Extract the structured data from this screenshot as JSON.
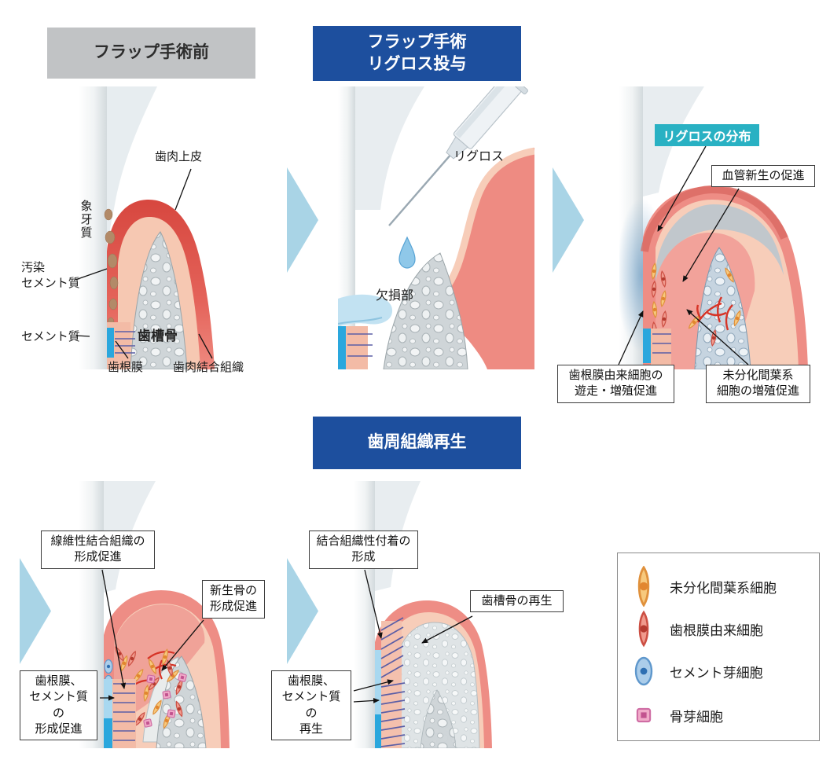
{
  "steps": {
    "step1_title": "フラップ手術前",
    "step2_title": "フラップ手術\nリグロス投与",
    "step3_title": "歯周組織再生"
  },
  "panel_before": {
    "gingival_epithelium": "歯肉上皮",
    "dentin": "象牙質",
    "contaminated_cementum": "汚染\nセメント質",
    "cementum": "セメント質",
    "alveolar_bone": "歯槽骨",
    "periodontal_ligament": "歯根膜",
    "gingival_connective_tissue": "歯肉結合組織"
  },
  "panel_surgery": {
    "regroth": "リグロス",
    "defect_site": "欠損部"
  },
  "panel_distribution": {
    "badge": "リグロスの分布",
    "angiogenesis": "血管新生の促進",
    "pdl_cell_migration": "歯根膜由来細胞の\n遊走・増殖促進",
    "mesenchymal_proliferation": "未分化間葉系\n細胞の増殖促進"
  },
  "panel_formation": {
    "fibrous_connective": "線維性結合組織の\n形成促進",
    "new_bone": "新生骨の\n形成促進",
    "pdl_cementum": "歯根膜、\nセメント質の\n形成促進"
  },
  "panel_regeneration": {
    "connective_attachment": "結合組織性付着の\n形成",
    "alveolar_bone_regen": "歯槽骨の再生",
    "pdl_cementum_regen": "歯根膜、\nセメント質の\n再生"
  },
  "legend": {
    "items": [
      {
        "label": "未分化間葉系細胞",
        "symbol": "mesenchymal-cell-icon"
      },
      {
        "label": "歯根膜由来細胞",
        "symbol": "pdl-cell-icon"
      },
      {
        "label": "セメント芽細胞",
        "symbol": "cementoblast-icon"
      },
      {
        "label": "骨芽細胞",
        "symbol": "osteoblast-icon"
      }
    ]
  },
  "colors": {
    "header_blue": "#1d4f9e",
    "header_gray": "#c1c3c5",
    "badge_teal": "#29b1c3",
    "arrow_blue": "#a9d4e6",
    "gum_red": "#ee8d85",
    "cementum_blue": "#2aa7dd",
    "fiber_purple": "#5b5ea6"
  }
}
